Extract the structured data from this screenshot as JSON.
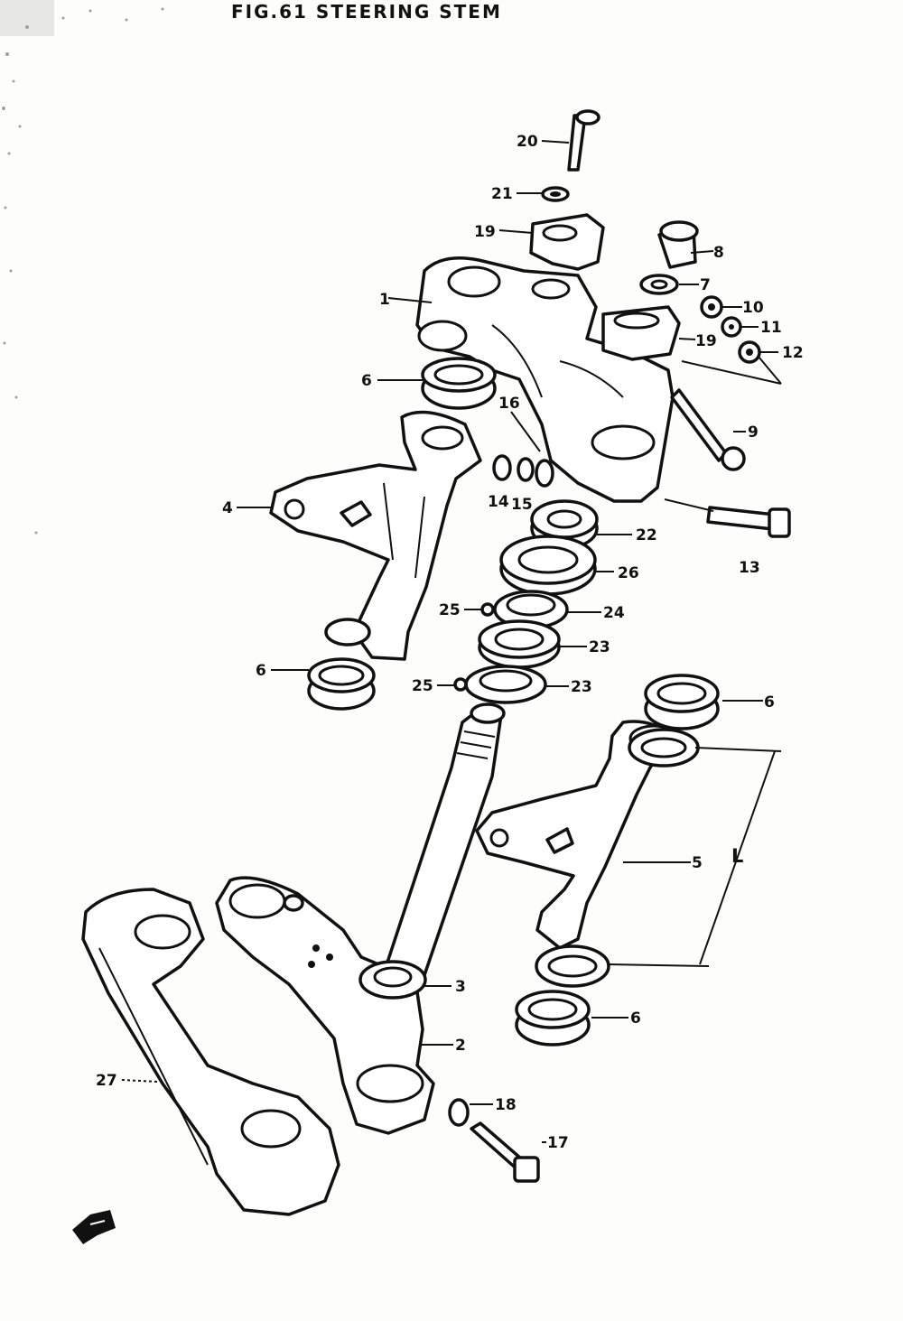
{
  "title": "FIG.61   STEERING STEM",
  "labels": {
    "l1": "1",
    "l2": "2",
    "l3": "3",
    "l4": "4",
    "l5": "5",
    "l6a": "6",
    "l6b": "6",
    "l6c": "6",
    "l6d": "6",
    "l7": "7",
    "l8": "8",
    "l9": "9",
    "l10": "10",
    "l11": "11",
    "l12": "12",
    "l13": "13",
    "l14": "14",
    "l15": "15",
    "l16": "16",
    "l17": "17",
    "l18": "18",
    "l19a": "19",
    "l19b": "19",
    "l20": "20",
    "l21": "21",
    "l22": "22",
    "l23a": "23",
    "l23b": "23",
    "l24": "24",
    "l25a": "25",
    "l25b": "25",
    "l26": "26",
    "l27": "27",
    "dimension": "L"
  },
  "icons": {
    "front_arrow": "front-direction-arrow-icon"
  }
}
